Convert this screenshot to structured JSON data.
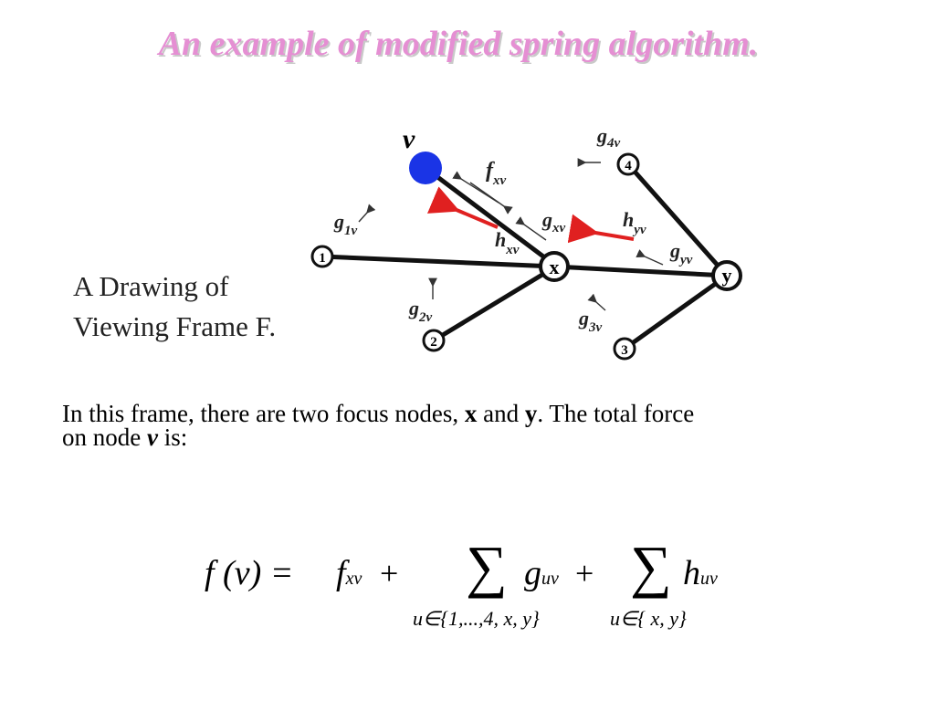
{
  "slide": {
    "title": "An example of modified spring algorithm."
  },
  "diagram": {
    "caption_line1": "A Drawing of",
    "caption_line2": "Viewing Frame F.",
    "nodes": {
      "v": "v",
      "x": "x",
      "y": "y",
      "n1": "1",
      "n2": "2",
      "n3": "3",
      "n4": "4"
    },
    "force_labels": {
      "f_xv": {
        "base": "f",
        "sub": "xv"
      },
      "g_xv": {
        "base": "g",
        "sub": "xv"
      },
      "h_xv": {
        "base": "h",
        "sub": "xv"
      },
      "g_1v": {
        "base": "g",
        "sub": "1v"
      },
      "g_2v": {
        "base": "g",
        "sub": "2v"
      },
      "g_3v": {
        "base": "g",
        "sub": "3v"
      },
      "g_4v": {
        "base": "g",
        "sub": "4v"
      },
      "g_yv": {
        "base": "g",
        "sub": "yv"
      },
      "h_yv": {
        "base": "h",
        "sub": "yv"
      }
    },
    "colors": {
      "focus_node": "#1a34e6",
      "edge": "#111111",
      "force_arrow_red": "#e02020",
      "force_arrow_gray": "#333333"
    }
  },
  "text": {
    "line1_a": "In this frame, there are two focus nodes, ",
    "x": "x",
    "line1_and": " and ",
    "y": "y",
    "line1_b": ". The total force",
    "line2_a": "on node ",
    "v": "v",
    "line2_b": " is:"
  },
  "formula": {
    "lhs": "f (v) =",
    "f_base": "f",
    "f_sub": "xv",
    "plus1": "+",
    "sum_symbol": "∑",
    "g_base": "g",
    "g_sub": "uv",
    "plus2": "+",
    "h_base": "h",
    "h_sub": "uv",
    "range1": "u∈{1,...,4, x, y}",
    "range2": "u∈{ x, y}"
  }
}
